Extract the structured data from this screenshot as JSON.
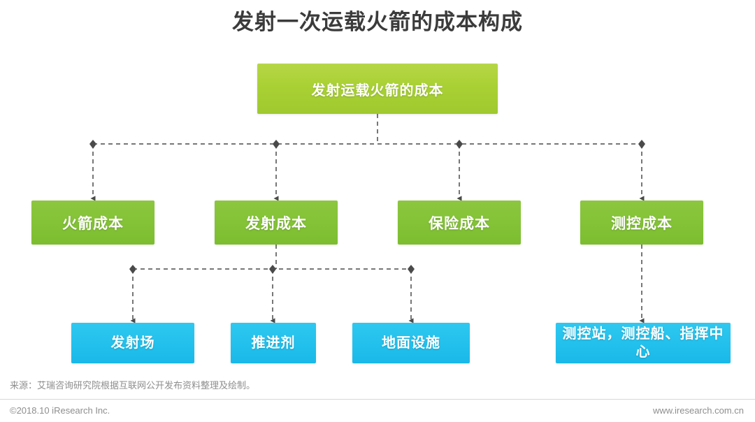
{
  "header": {
    "title": "发射一次运载火箭的成本构成"
  },
  "diagram": {
    "type": "tree-hierarchy",
    "root": {
      "id": "root",
      "label": "发射运载火箭的成本",
      "color": "#a9d134",
      "level": 1
    },
    "level2": [
      {
        "id": "rocket-cost",
        "label": "火箭成本",
        "color": "#83c236",
        "level": 2
      },
      {
        "id": "launch-cost",
        "label": "发射成本",
        "color": "#83c236",
        "level": 2
      },
      {
        "id": "insurance-cost",
        "label": "保险成本",
        "color": "#83c236",
        "level": 2
      },
      {
        "id": "tracking-cost",
        "label": "测控成本",
        "color": "#83c236",
        "level": 2
      }
    ],
    "level3": [
      {
        "id": "launch-site",
        "label": "发射场",
        "parent": "launch-cost",
        "color": "#22c0ec",
        "level": 3
      },
      {
        "id": "propellant",
        "label": "推进剂",
        "parent": "launch-cost",
        "color": "#22c0ec",
        "level": 3
      },
      {
        "id": "ground-facility",
        "label": "地面设施",
        "parent": "launch-cost",
        "color": "#22c0ec",
        "level": 3
      },
      {
        "id": "tracking-nodes",
        "label": "测控站，测控船、指挥中心",
        "parent": "tracking-cost",
        "color": "#22c0ec",
        "level": 3
      }
    ],
    "connector_style": {
      "stroke": "#4a4a4a",
      "dash": "6,5",
      "junction": "diamond",
      "terminator": "arrow"
    }
  },
  "footer": {
    "source": "来源：艾瑞咨询研究院根据互联网公开发布资料整理及绘制。",
    "copyright": "©2018.10 iResearch Inc.",
    "website": "www.iresearch.com.cn"
  }
}
